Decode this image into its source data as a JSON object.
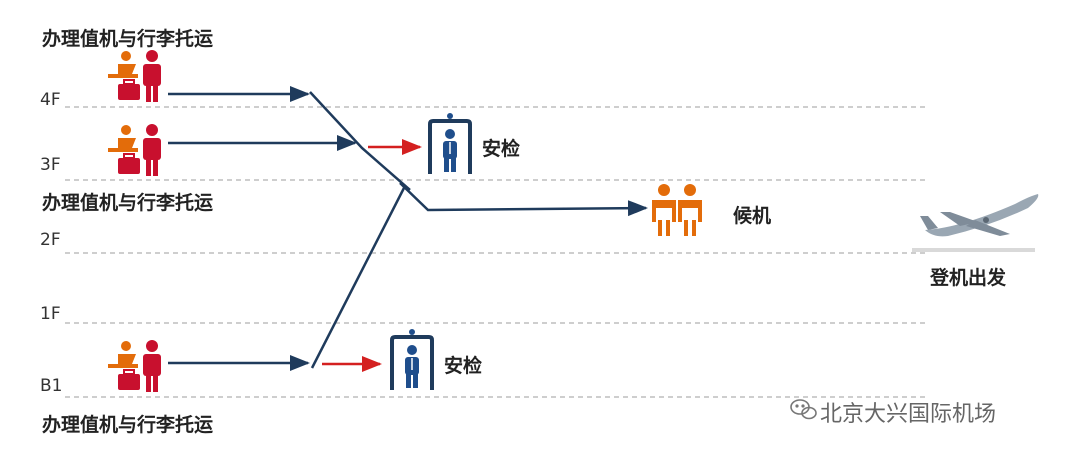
{
  "labels": {
    "checkin_4f": "办理值机与行李托运",
    "checkin_3f": "办理值机与行李托运",
    "checkin_b1": "办理值机与行李托运",
    "security_upper": "安检",
    "security_lower": "安检",
    "waiting": "候机",
    "departure": "登机出发"
  },
  "floors": [
    "4F",
    "3F",
    "2F",
    "1F",
    "B1"
  ],
  "watermark": "北京大兴国际机场",
  "colors": {
    "flow_line": "#1f3b5c",
    "security_arrow": "#d42020",
    "person_red": "#c8102e",
    "person_orange": "#e36c0a",
    "security_frame": "#1f3b5c",
    "security_person": "#1f4e8c",
    "floor_line": "#bdbdbd"
  },
  "icons": [
    "checkin-counter-icon",
    "security-gate-icon",
    "waiting-seat-icon",
    "airplane-icon",
    "wechat-icon"
  ]
}
